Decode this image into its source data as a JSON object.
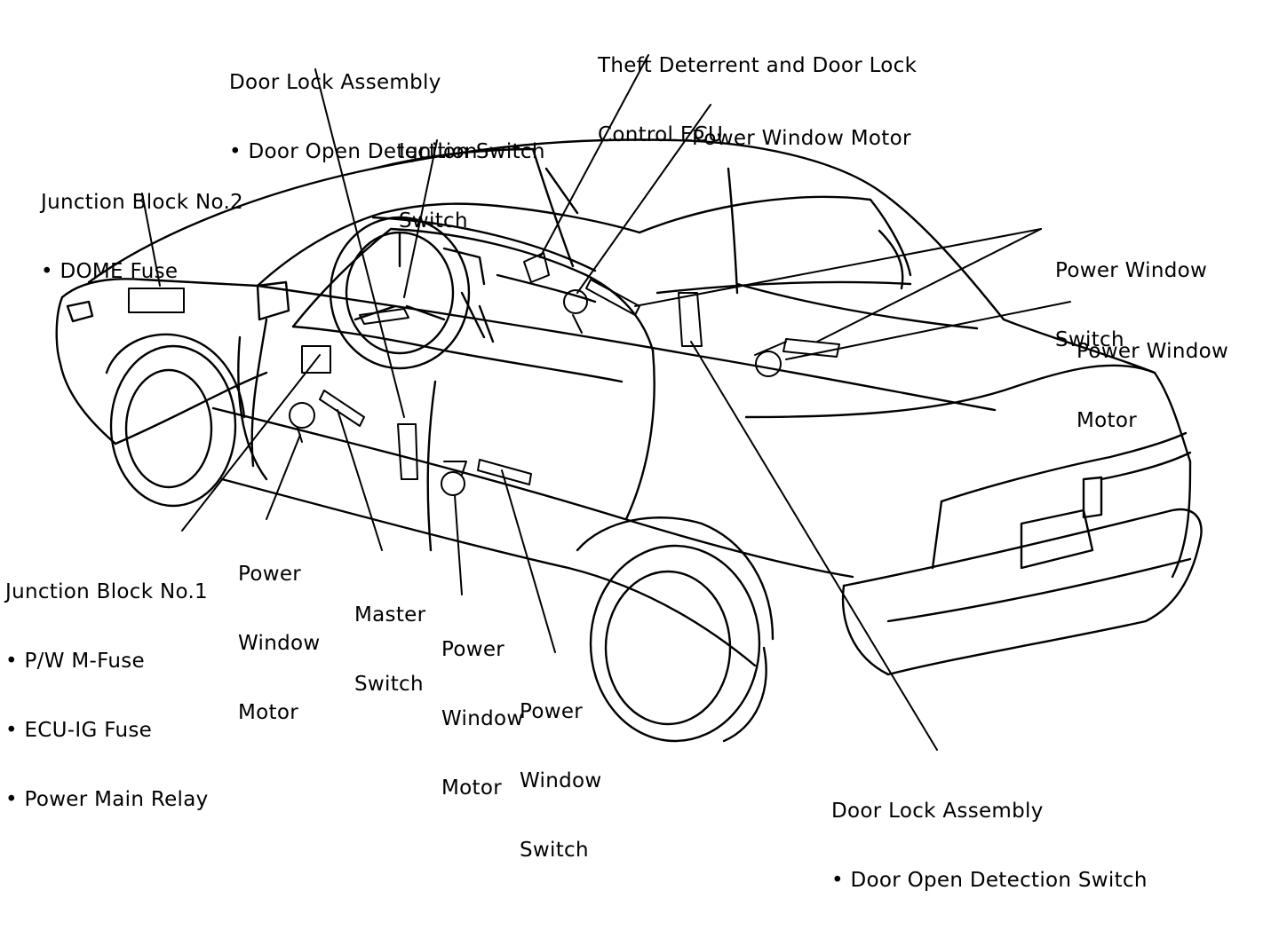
{
  "colors": {
    "ink": "#000000",
    "paper": "#ffffff"
  },
  "labels": {
    "door_lock_front": {
      "title": "Door Lock Assembly",
      "item": "• Door Open Detection Switch"
    },
    "theft_ecu": {
      "line1": "Theft Deterrent and Door Lock",
      "line2": "Control ECU"
    },
    "pw_motor_top": {
      "text": "Power Window Motor"
    },
    "ignition": {
      "line1": "Ignition",
      "line2": "Switch"
    },
    "jb2": {
      "title": "Junction Block No.2",
      "item": "• DOME Fuse"
    },
    "pw_switch_rear": {
      "line1": "Power Window",
      "line2": "Switch"
    },
    "pw_motor_rear": {
      "line1": "Power Window",
      "line2": "Motor"
    },
    "jb1": {
      "title": "Junction Block No.1",
      "items": [
        "• P/W M-Fuse",
        "• ECU-IG Fuse",
        "• Power Main Relay"
      ]
    },
    "pw_motor_front": {
      "line1": "Power",
      "line2": "Window",
      "line3": "Motor"
    },
    "master_switch": {
      "line1": "Master",
      "line2": "Switch"
    },
    "pw_motor_mid": {
      "line1": "Power",
      "line2": "Window",
      "line3": "Motor"
    },
    "pw_switch_front": {
      "line1": "Power",
      "line2": "Window",
      "line3": "Switch"
    },
    "door_lock_rear": {
      "title": "Door Lock Assembly",
      "item": "• Door Open Detection Switch"
    }
  }
}
